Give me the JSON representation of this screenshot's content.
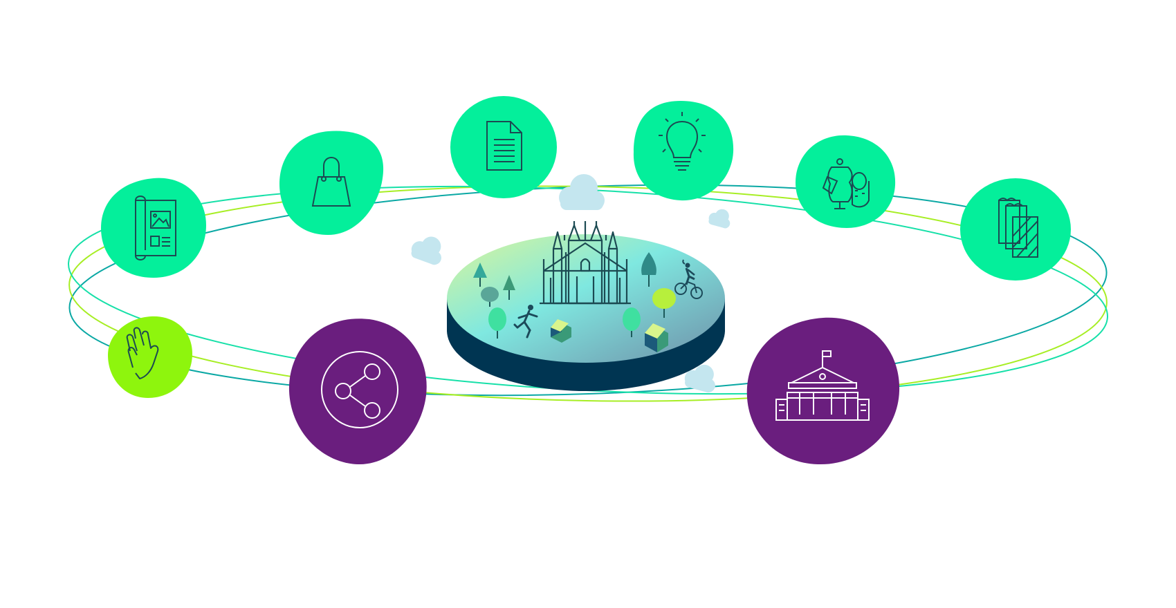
{
  "colors": {
    "mint": "#04ef9b",
    "lime": "#8ef50d",
    "purple": "#6a1e7e",
    "ring_teal": "#0aa8a4",
    "ring_lime": "#a7ee24",
    "ring_mint": "#16e0a8",
    "ink": "#1c4a52",
    "disc_side": "#003552",
    "cloud": "#c4e6ef"
  },
  "icons": [
    {
      "name": "blueprint-document-icon",
      "fill": "mint"
    },
    {
      "name": "shopping-bag-icon",
      "fill": "mint"
    },
    {
      "name": "document-icon",
      "fill": "mint"
    },
    {
      "name": "lightbulb-icon",
      "fill": "mint"
    },
    {
      "name": "mannequin-tape-icon",
      "fill": "mint"
    },
    {
      "name": "fabric-samples-icon",
      "fill": "mint"
    },
    {
      "name": "hand-wave-icon",
      "fill": "lime"
    },
    {
      "name": "share-network-icon",
      "fill": "purple"
    },
    {
      "name": "institution-building-icon",
      "fill": "purple"
    }
  ],
  "center": {
    "name": "city-island-illustration",
    "landmark": "cathedral-icon"
  }
}
